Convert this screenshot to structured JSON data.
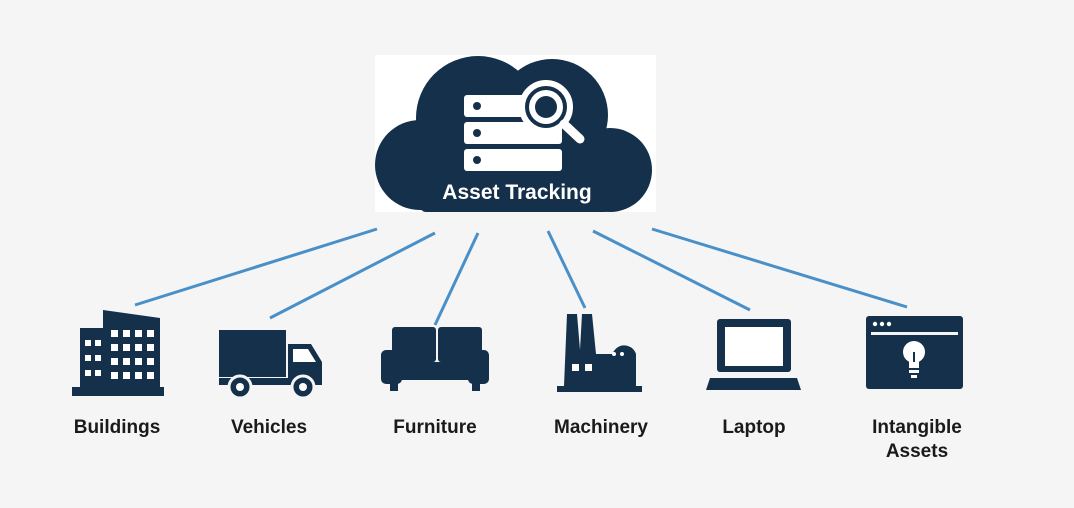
{
  "colors": {
    "background": "#f5f5f5",
    "icon": "#14304a",
    "connector": "#4a90c8",
    "cloud_text": "#ffffff",
    "label_text": "#1a1a1a"
  },
  "hub": {
    "label": "Asset Tracking",
    "icon": "cloud-server-search-icon"
  },
  "items": [
    {
      "label": "Buildings",
      "icon": "building-icon"
    },
    {
      "label": "Vehicles",
      "icon": "truck-icon"
    },
    {
      "label": "Furniture",
      "icon": "sofa-icon"
    },
    {
      "label": "Machinery",
      "icon": "factory-icon"
    },
    {
      "label": "Laptop",
      "icon": "laptop-icon"
    },
    {
      "label": "Intangible",
      "label_line2": "Assets",
      "icon": "browser-lightbulb-icon"
    }
  ]
}
